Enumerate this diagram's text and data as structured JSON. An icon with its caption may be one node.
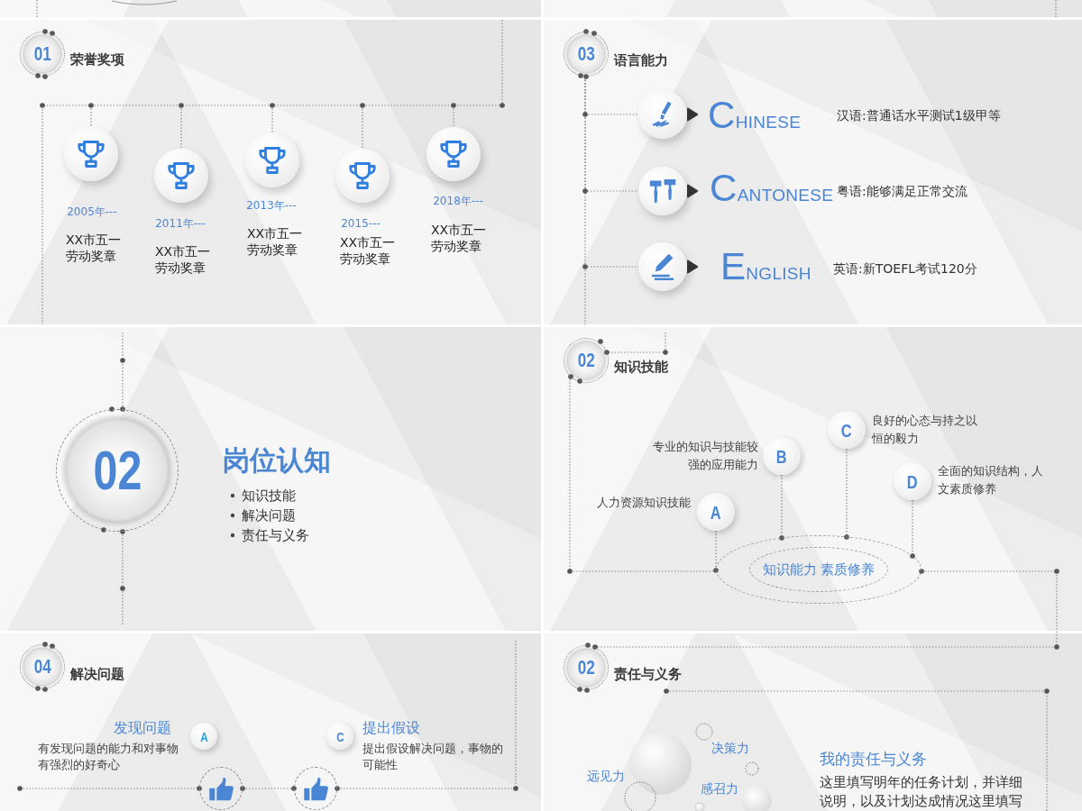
{
  "diagram": {
    "nodes": [
      {
        "text": [
          "01"
        ],
        "beside": [
          "荣誉奖项"
        ]
      },
      {
        "text": [],
        "shape": "circle",
        "beside": [
          "2005年---",
          "XX市五一劳动奖章"
        ]
      },
      {
        "text": [],
        "shape": "circle",
        "beside": [
          "2011年---",
          "XX市五一劳动奖章"
        ]
      },
      {
        "text": [],
        "shape": "circle",
        "beside": [
          "2013年---",
          "XX市五一劳动奖章"
        ]
      },
      {
        "text": [],
        "shape": "circle",
        "beside": [
          "2015---",
          "XX市五一劳动奖章"
        ]
      },
      {
        "text": [],
        "shape": "circle",
        "beside": [
          "2018年---",
          "XX市五一劳动奖章"
        ]
      },
      {
        "text": [
          "03"
        ],
        "beside": [
          "语言能力"
        ]
      },
      {
        "text": [],
        "shape": "circle",
        "beside": [
          "CHINESE",
          "汉语:普通话水平测试1级甲等"
        ]
      },
      {
        "text": [],
        "shape": "circle",
        "beside": [
          "CANTONESE",
          "粤语:能够满足正常交流"
        ]
      },
      {
        "text": [],
        "shape": "circle",
        "beside": [
          "ENGLISH",
          "英语:新TOEFL考试120分"
        ]
      },
      {
        "text": [
          "02"
        ]
      },
      {
        "text": [
          "02"
        ],
        "beside": [
          "知识技能"
        ]
      },
      {
        "text": [
          "A"
        ],
        "beside": [
          "人力资源知识技能"
        ]
      },
      {
        "text": [
          "B"
        ],
        "beside": [
          "专业的知识与技能较强的应用能力"
        ]
      },
      {
        "text": [
          "C"
        ],
        "beside": [
          "良好的心态与持之以恒的毅力"
        ]
      },
      {
        "text": [
          "D"
        ],
        "beside": [
          "全面的知识结构，人文素质修养"
        ]
      },
      {
        "text": [
          "知识能力 素质修养"
        ]
      },
      {
        "text": [
          "04"
        ],
        "beside": [
          "解决问题"
        ]
      },
      {
        "text": [
          "A"
        ],
        "beside": [
          "发现问题",
          "有发现问题的能力和对事物有强烈的好奇心"
        ]
      },
      {
        "text": [
          "C"
        ],
        "beside": [
          "提出假设",
          "提出假设解决问题，事物的可能性"
        ]
      },
      {
        "text": [],
        "shape": "circle"
      },
      {
        "text": [],
        "shape": "circle"
      },
      {
        "text": [
          "02"
        ],
        "beside": [
          "责任与义务"
        ]
      }
    ],
    "edges": [
      {
        "from": null,
        "to": 1,
        "arrow": "none"
      },
      {
        "from": null,
        "to": 2,
        "arrow": "none"
      },
      {
        "from": null,
        "to": 3,
        "arrow": "none"
      },
      {
        "from": null,
        "to": 4,
        "arrow": "none"
      },
      {
        "from": null,
        "to": 5,
        "arrow": "none"
      },
      {
        "from": 6,
        "to": 7,
        "arrow": "none"
      },
      {
        "from": 6,
        "to": 8,
        "arrow": "none"
      },
      {
        "from": 6,
        "to": 9,
        "arrow": "none"
      },
      {
        "from": null,
        "to": 10,
        "arrow": "none"
      },
      {
        "from": 10,
        "to": null,
        "arrow": "none"
      },
      {
        "from": null,
        "to": 11,
        "arrow": "none"
      },
      {
        "from": 11,
        "to": 16,
        "arrow": "none"
      },
      {
        "from": 12,
        "to": 16,
        "arrow": "none"
      },
      {
        "from": 13,
        "to": 16,
        "arrow": "none"
      },
      {
        "from": 14,
        "to": 16,
        "arrow": "none"
      },
      {
        "from": 15,
        "to": 16,
        "arrow": "none"
      },
      {
        "from": 16,
        "to": 22,
        "arrow": "none"
      },
      {
        "from": null,
        "to": 20,
        "arrow": "none"
      },
      {
        "from": 20,
        "to": 21,
        "arrow": "none"
      },
      {
        "from": 21,
        "to": null,
        "arrow": "none"
      }
    ],
    "labels": [
      "岗位认知",
      "知识技能",
      "解决问题",
      "责任与义务",
      "决策力",
      "远见力",
      "感召力",
      "我的责任与义务",
      "这里填写明年的任务计划，并详细说明，以及计划达成情况这里填写"
    ]
  }
}
